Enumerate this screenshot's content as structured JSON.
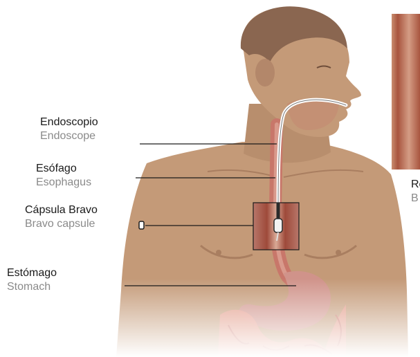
{
  "labels": {
    "endoscope": {
      "es": "Endoscopio",
      "en": "Endoscope"
    },
    "esophagus": {
      "es": "Esófago",
      "en": "Esophagus"
    },
    "bravo_capsule": {
      "es": "Cápsula Bravo",
      "en": "Bravo capsule"
    },
    "stomach": {
      "es": "Estómago",
      "en": "Stomach"
    },
    "inset_partial": {
      "es": "Re",
      "en": "B"
    }
  },
  "colors": {
    "skin": "#c49a78",
    "skin_shadow": "#a97e60",
    "esophagus": "#c8776a",
    "stomach": "#d0938a",
    "intestine": "#e89a8a",
    "leader_line": "#1a1a1a"
  }
}
